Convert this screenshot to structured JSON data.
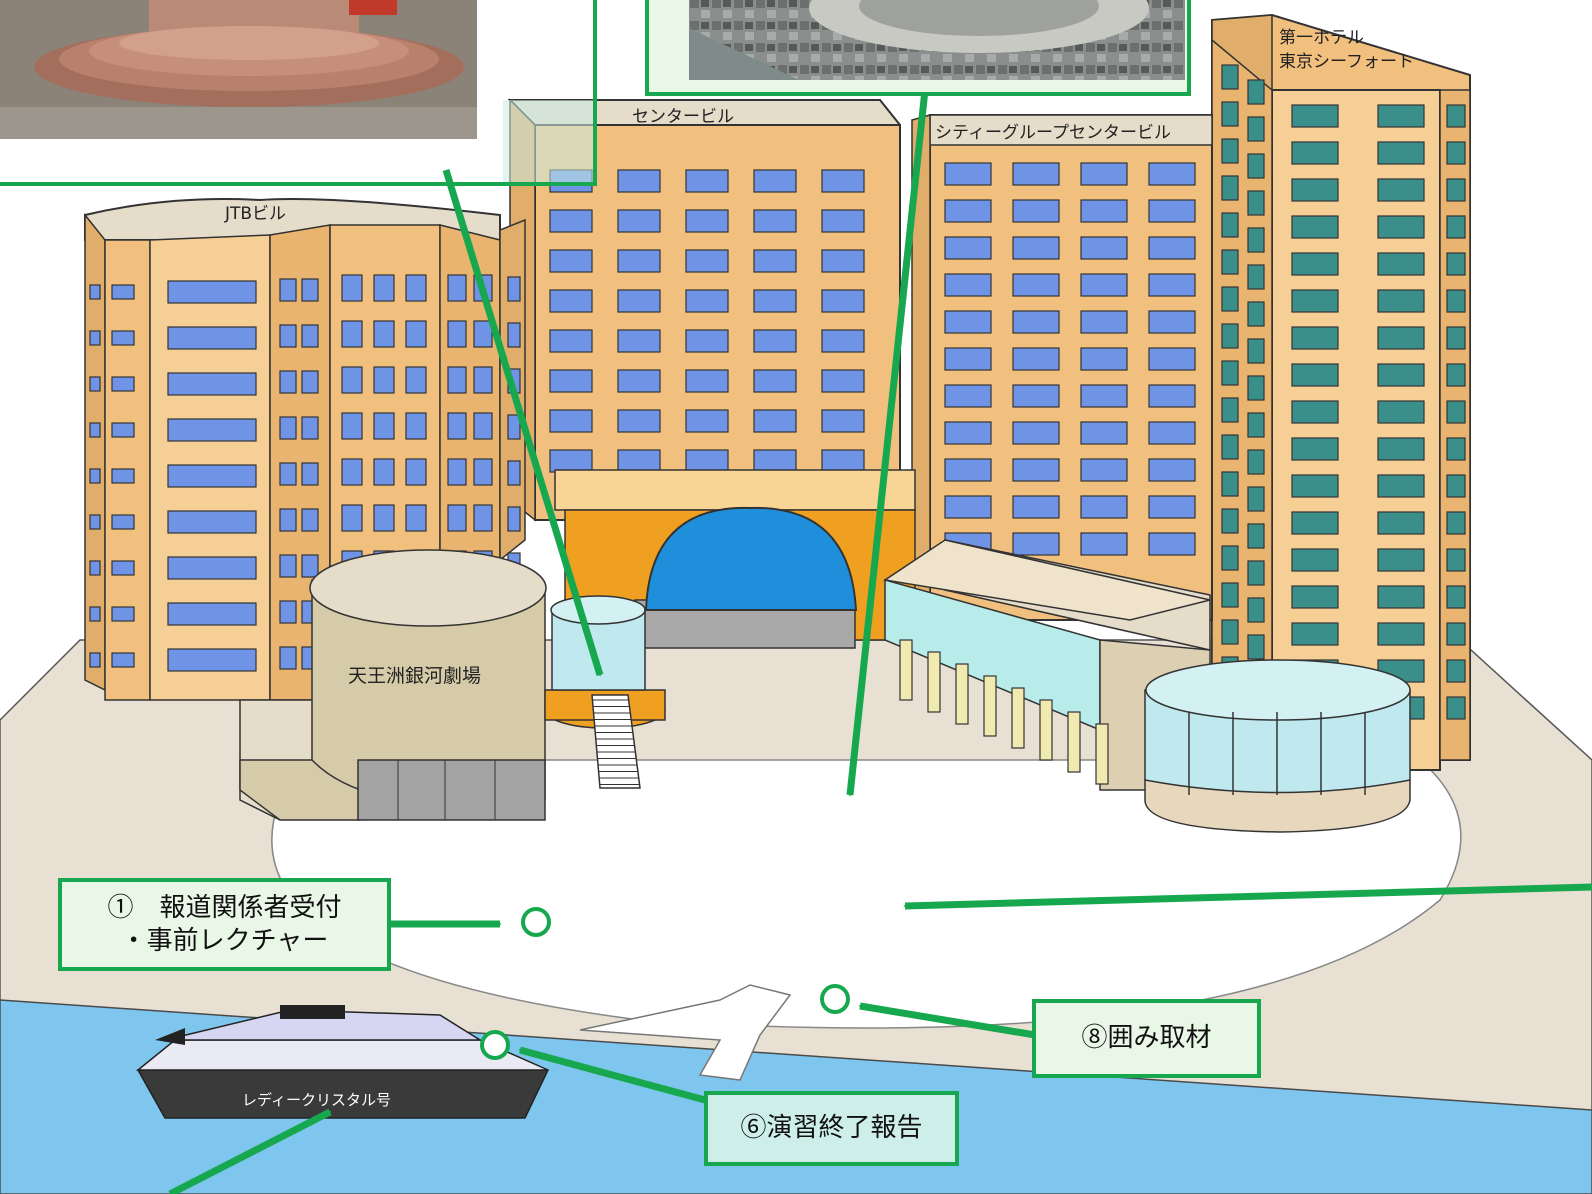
{
  "buildings": {
    "jtb": "JTBビル",
    "center": "センタービル",
    "citigroup": "シティーグループセンタービル",
    "hotel_line1": "第一ホテル",
    "hotel_line2": "東京シーフォート",
    "theater": "天王洲銀河劇場"
  },
  "ship": {
    "name": "レディークリスタル号"
  },
  "callouts": {
    "reception_line1": "①　報道関係者受付",
    "reception_line2": "・事前レクチャー",
    "interview": "⑧囲み取材",
    "exercise_report": "⑥演習終了報告"
  },
  "colors": {
    "arrow": "#17a84f",
    "building": "#f2c07e",
    "window_blue": "#6f94e6",
    "window_teal": "#3a8f8a",
    "water": "#7fc6ee",
    "callout_fill": "#e9f7e6",
    "callout_fill_alt": "#cdeee9"
  }
}
